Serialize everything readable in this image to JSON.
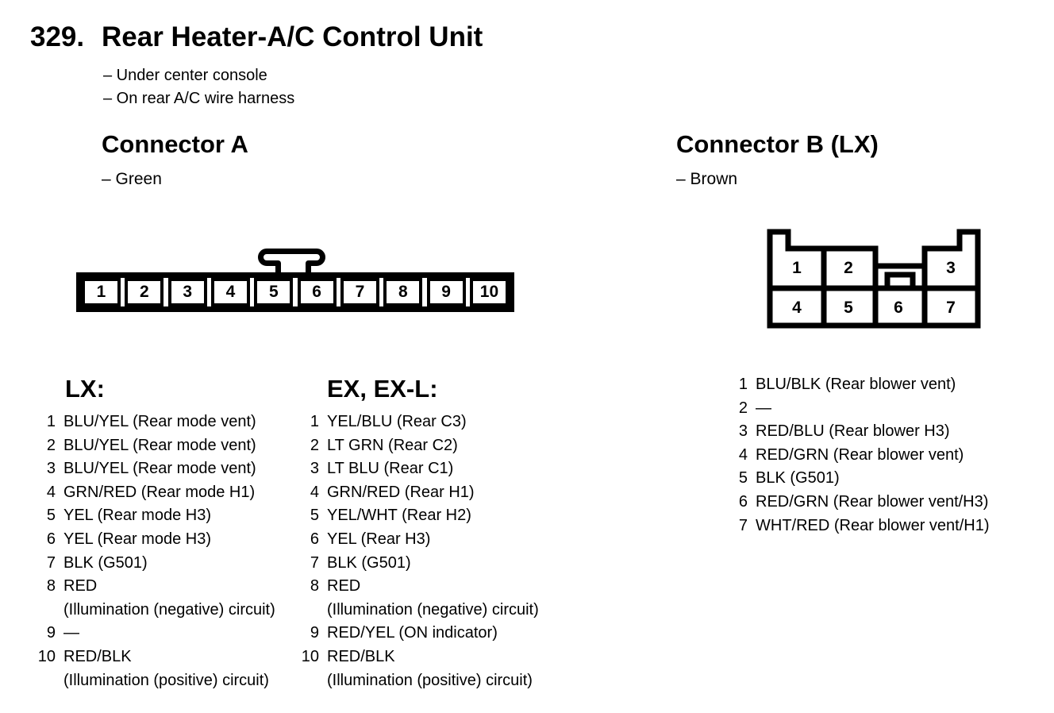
{
  "colors": {
    "ink": "#000000",
    "paper": "#ffffff"
  },
  "page": {
    "number": "329.",
    "title": "Rear Heater-A/C Control Unit",
    "location_notes": [
      "– Under center console",
      "– On rear A/C wire harness"
    ]
  },
  "connector_a": {
    "heading": "Connector A",
    "color_note": "– Green",
    "diagram_pins": [
      "1",
      "2",
      "3",
      "4",
      "5",
      "6",
      "7",
      "8",
      "9",
      "10"
    ],
    "pinouts": [
      {
        "trim": "LX:",
        "pins": [
          {
            "num": "1",
            "wire": "BLU/YEL (Rear mode vent)",
            "wire2": ""
          },
          {
            "num": "2",
            "wire": "BLU/YEL (Rear mode vent)",
            "wire2": ""
          },
          {
            "num": "3",
            "wire": "BLU/YEL (Rear mode vent)",
            "wire2": ""
          },
          {
            "num": "4",
            "wire": "GRN/RED (Rear mode H1)",
            "wire2": ""
          },
          {
            "num": "5",
            "wire": "YEL (Rear mode H3)",
            "wire2": ""
          },
          {
            "num": "6",
            "wire": "YEL (Rear mode H3)",
            "wire2": ""
          },
          {
            "num": "7",
            "wire": "BLK (G501)",
            "wire2": ""
          },
          {
            "num": "8",
            "wire": "RED",
            "wire2": "(Illumination (negative) circuit)"
          },
          {
            "num": "9",
            "wire": "—",
            "wire2": ""
          },
          {
            "num": "10",
            "wire": "RED/BLK",
            "wire2": "(Illumination (positive) circuit)"
          }
        ]
      },
      {
        "trim": "EX, EX-L:",
        "pins": [
          {
            "num": "1",
            "wire": "YEL/BLU (Rear C3)",
            "wire2": ""
          },
          {
            "num": "2",
            "wire": "LT GRN (Rear C2)",
            "wire2": ""
          },
          {
            "num": "3",
            "wire": "LT BLU (Rear C1)",
            "wire2": ""
          },
          {
            "num": "4",
            "wire": "GRN/RED (Rear H1)",
            "wire2": ""
          },
          {
            "num": "5",
            "wire": "YEL/WHT (Rear H2)",
            "wire2": ""
          },
          {
            "num": "6",
            "wire": "YEL (Rear H3)",
            "wire2": ""
          },
          {
            "num": "7",
            "wire": "BLK (G501)",
            "wire2": ""
          },
          {
            "num": "8",
            "wire": "RED",
            "wire2": "(Illumination (negative) circuit)"
          },
          {
            "num": "9",
            "wire": "RED/YEL (ON indicator)",
            "wire2": ""
          },
          {
            "num": "10",
            "wire": "RED/BLK",
            "wire2": "(Illumination (positive) circuit)"
          }
        ]
      }
    ]
  },
  "connector_b": {
    "heading": "Connector B (LX)",
    "color_note": "– Brown",
    "diagram_pins": [
      "1",
      "2",
      "3",
      "4",
      "5",
      "6",
      "7"
    ],
    "pins": [
      {
        "num": "1",
        "wire": "BLU/BLK (Rear blower vent)"
      },
      {
        "num": "2",
        "wire": "—"
      },
      {
        "num": "3",
        "wire": "RED/BLU (Rear blower H3)"
      },
      {
        "num": "4",
        "wire": "RED/GRN (Rear blower vent)"
      },
      {
        "num": "5",
        "wire": "BLK (G501)"
      },
      {
        "num": "6",
        "wire": "RED/GRN (Rear blower vent/H3)"
      },
      {
        "num": "7",
        "wire": "WHT/RED (Rear blower vent/H1)"
      }
    ]
  }
}
